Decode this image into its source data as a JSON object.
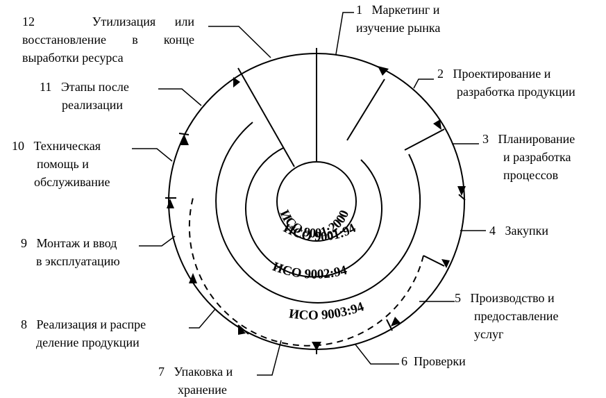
{
  "stages": [
    {
      "num": "1",
      "lines": [
        "Маркетинг и",
        "изучение  рынка"
      ]
    },
    {
      "num": "2",
      "lines": [
        "Проектирование и",
        "разработка продукции"
      ]
    },
    {
      "num": "3",
      "lines": [
        "Планирование",
        "и разработка",
        "процессов"
      ]
    },
    {
      "num": "4",
      "lines": [
        "Закупки"
      ]
    },
    {
      "num": "5",
      "lines": [
        "Производство и",
        "предоставление",
        "услуг"
      ]
    },
    {
      "num": "6",
      "lines": [
        "Проверки"
      ]
    },
    {
      "num": "7",
      "lines": [
        "Упаковка и",
        "хранение"
      ]
    },
    {
      "num": "8",
      "lines": [
        "Реализация и распре",
        "деление продукции"
      ]
    },
    {
      "num": "9",
      "lines": [
        "Монтаж и ввод",
        "в эксплуатацию"
      ]
    },
    {
      "num": "10",
      "lines": [
        "Техническая",
        "помощь и",
        "обслуживание"
      ]
    },
    {
      "num": "11",
      "lines": [
        "Этапы после",
        "реализации"
      ]
    },
    {
      "num": "12",
      "lines": [
        "Утилизация или",
        "восстановление в конце",
        "выработки ресурса"
      ]
    }
  ],
  "standards": [
    {
      "label": "ИСО 9001:2000"
    },
    {
      "label": "ИСО 9001:94"
    },
    {
      "label": "ИСО 9002:94"
    },
    {
      "label": "ИСО 9003:94"
    }
  ]
}
